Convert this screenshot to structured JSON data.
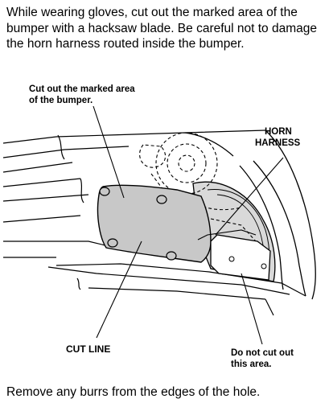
{
  "instructions": {
    "intro": "While wearing gloves, cut out the marked area of the bumper with a hacksaw blade. Be careful not to damage the horn harness routed inside the bumper.",
    "outro": "Remove any burrs from the edges of the hole."
  },
  "callouts": {
    "cut_marked_line1": "Cut out the marked area",
    "cut_marked_line2": "of the bumper.",
    "horn_line1": "HORN",
    "horn_line2": "HARNESS",
    "cut_line": "CUT LINE",
    "do_not_line1": "Do not cut out",
    "do_not_line2": "this area."
  }
}
